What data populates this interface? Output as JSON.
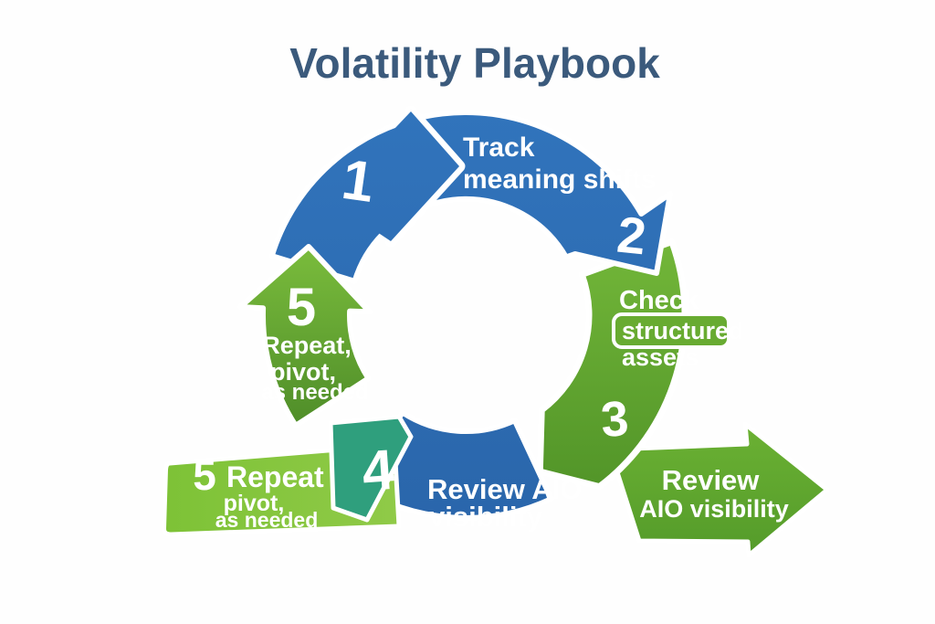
{
  "title": "Volatility Playbook",
  "colors": {
    "title_text": "#3b5a7c",
    "blue": "#2d6db6",
    "green": "#68ab31",
    "teal": "#2f9f7d",
    "white": "#ffffff"
  },
  "cycle": {
    "step1": {
      "number": "1",
      "label_line1": "Track",
      "label_line2": "meaning shifts"
    },
    "step2": {
      "number": "2"
    },
    "step3": {
      "number": "3",
      "label_line1": "Check",
      "label_line2": "structured",
      "label_line3": "assets"
    },
    "step4": {
      "number": "4",
      "label_line1": "Review AIO",
      "label_line2": "visibility"
    },
    "step5": {
      "number": "5",
      "label_line1": "Repeat,",
      "label_line2": "pivot,",
      "label_line3": "as needed"
    }
  },
  "banner_left": {
    "number": "5",
    "line1": "Repeat",
    "line2": "pivot,",
    "line3": "as needed"
  },
  "arrow_right": {
    "line1": "Review",
    "line2": "AIO visibility"
  }
}
